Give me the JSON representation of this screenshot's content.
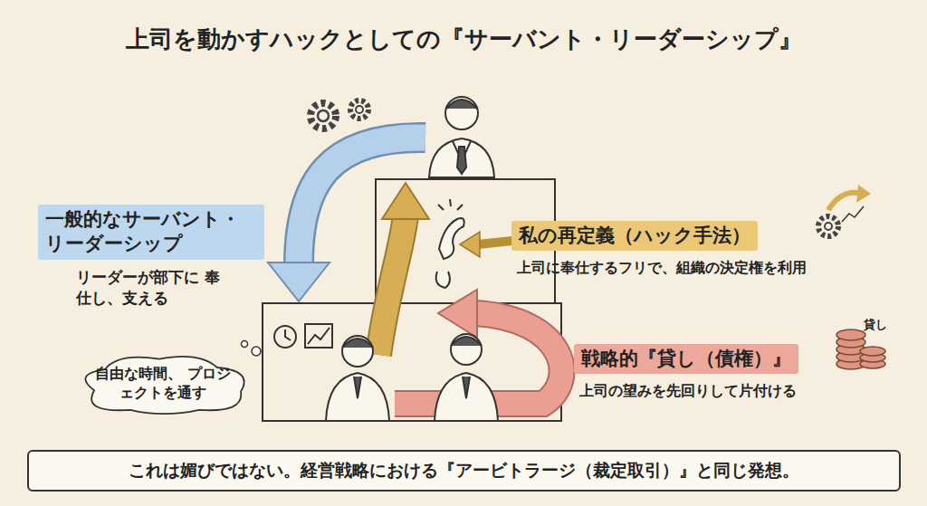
{
  "diagram": {
    "title": "上司を動かすハックとしての『サーバント・リーダーシップ』",
    "caption": "これは媚びではない。経営戦略における『アービトラージ（裁定取引）』と同じ発想。",
    "nodes": [
      {
        "text": [
          "一般的なサーバント・リーダーシップ",
          "リーダーが部下に 奉仕し、支える"
        ]
      },
      {
        "text": [
          "私の再定義（ハック手法）",
          "上司に奉仕するフリで、組織の決定権を利用"
        ]
      },
      {
        "text": [
          "戦略的『貸し（債権）』",
          "上司の望みを先回りして片付ける"
        ]
      },
      {
        "text": [
          "自由な時間、 プロジェクトを通す"
        ]
      }
    ],
    "labels": [
      "貸し"
    ]
  }
}
